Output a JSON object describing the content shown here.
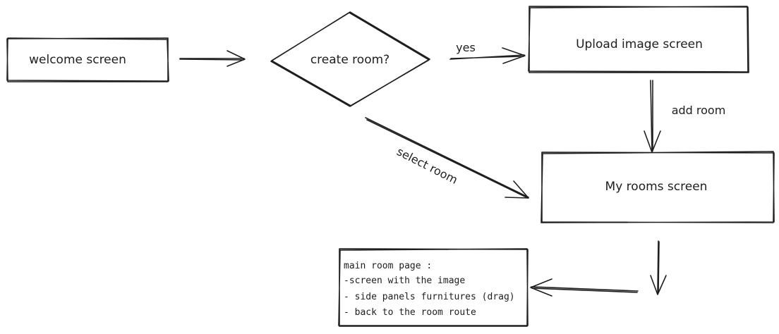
{
  "diagram": {
    "nodes": {
      "welcome": {
        "label": "welcome screen",
        "shape": "rectangle"
      },
      "create_room": {
        "label": "create room?",
        "shape": "diamond"
      },
      "upload": {
        "label": "Upload image screen",
        "shape": "rectangle"
      },
      "my_rooms": {
        "label": "My rooms screen",
        "shape": "rectangle"
      },
      "main_room": {
        "shape": "rectangle",
        "lines": [
          "main room page :",
          "-screen with the image",
          "- side panels furnitures (drag)",
          "- back to the room route"
        ]
      }
    },
    "edges": {
      "welcome_to_create": {
        "from": "welcome screen",
        "to": "create room?",
        "label": ""
      },
      "create_to_upload": {
        "from": "create room?",
        "to": "Upload image screen",
        "label": "yes"
      },
      "upload_to_rooms": {
        "from": "Upload image screen",
        "to": "My rooms screen",
        "label": "add room"
      },
      "create_to_rooms": {
        "from": "create room?",
        "to": "My rooms screen",
        "label": "select room"
      },
      "rooms_to_main": {
        "from": "My rooms screen",
        "to": "main room page",
        "label": ""
      }
    },
    "colors": {
      "stroke": "#1e1e1e",
      "background": "#ffffff"
    }
  }
}
